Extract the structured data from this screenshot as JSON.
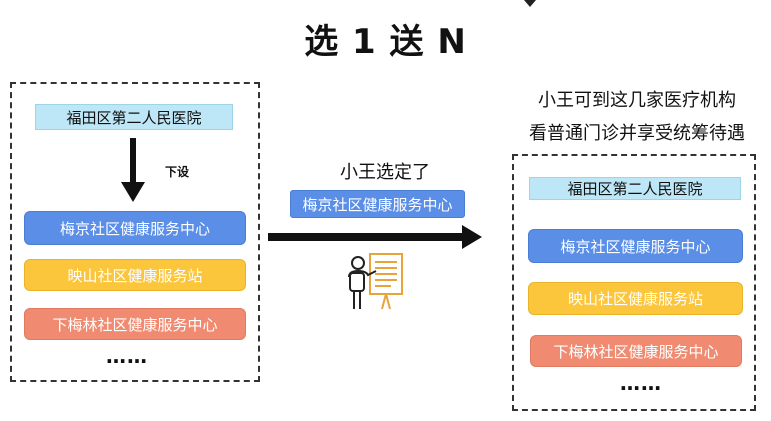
{
  "title": "选 1 送 N",
  "left_panel": {
    "hospital": "福田区第二人民医院",
    "arrow_label": "下设",
    "items": [
      "梅京社区健康服务中心",
      "映山社区健康服务站",
      "下梅林社区健康服务中心"
    ],
    "ellipsis": "……"
  },
  "middle": {
    "caption": "小王选定了",
    "selected": "梅京社区健康服务中心",
    "figure_icon": "presenter-at-board-icon"
  },
  "right_panel": {
    "caption_line1": "小王可到这几家医疗机构",
    "caption_line2": "看普通门诊并享受统筹待遇",
    "hospital": "福田区第二人民医院",
    "items": [
      "梅京社区健康服务中心",
      "映山社区健康服务站",
      "下梅林社区健康服务中心"
    ],
    "ellipsis": "……"
  },
  "colors": {
    "hospital_bg": "#bde6f6",
    "blue": "#5b8ee6",
    "yellow": "#fbc63c",
    "salmon": "#f08b71",
    "icon_accent": "#e8a33a"
  }
}
